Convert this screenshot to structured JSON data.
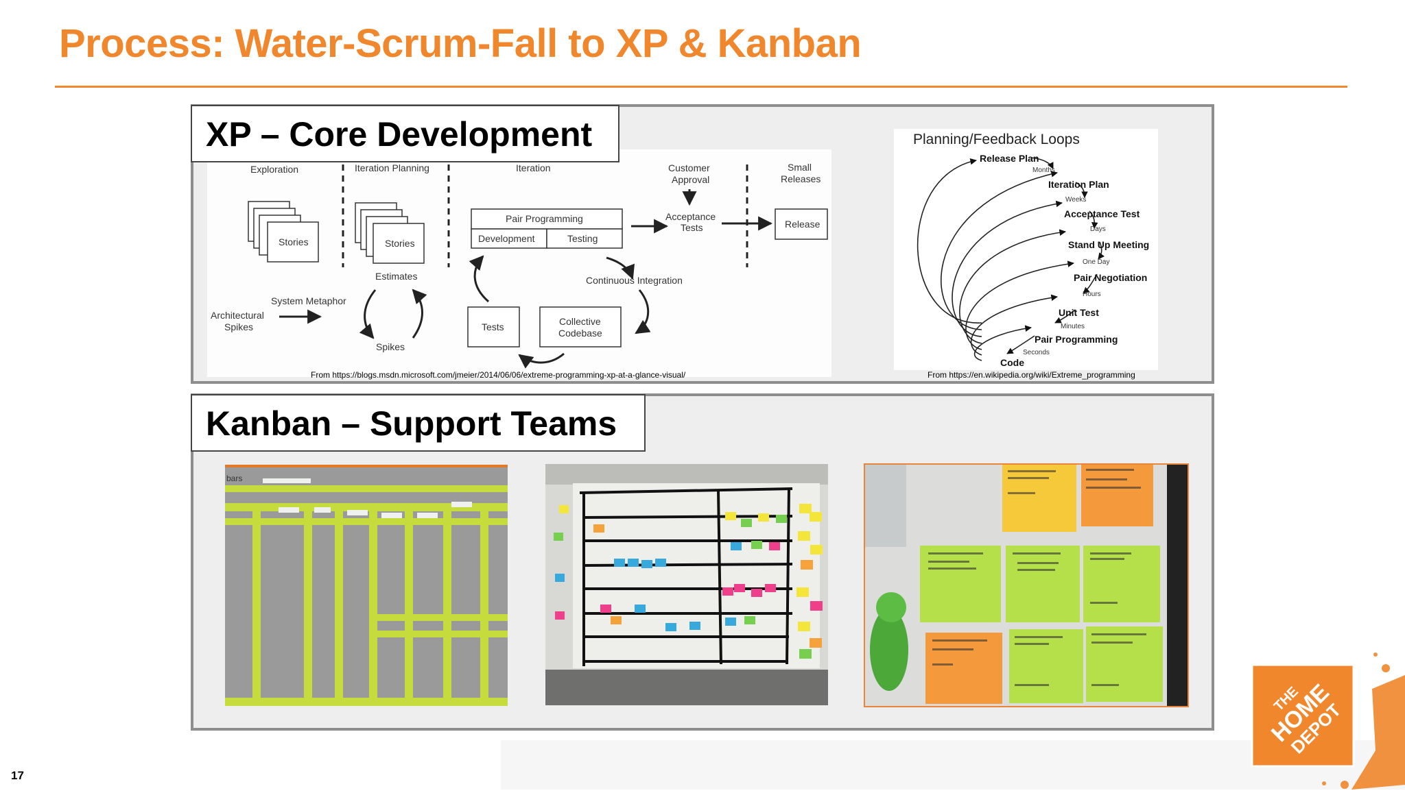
{
  "slide": {
    "title": "Process: Water-Scrum-Fall to XP & Kanban",
    "page_number": "17"
  },
  "xp_panel": {
    "label": "XP – Core Development",
    "diagram": {
      "exploration": "Exploration",
      "iteration_planning": "Iteration Planning",
      "iteration": "Iteration",
      "customer_approval_1": "Customer",
      "customer_approval_2": "Approval",
      "small_releases_1": "Small",
      "small_releases_2": "Releases",
      "stories_1": "Stories",
      "stories_2": "Stories",
      "pair_programming": "Pair Programming",
      "development": "Development",
      "testing": "Testing",
      "acceptance_tests_1": "Acceptance",
      "acceptance_tests_2": "Tests",
      "release": "Release",
      "estimates": "Estimates",
      "continuous_integration": "Continuous Integration",
      "system_metaphor": "System Metaphor",
      "architectural_spikes_1": "Architectural",
      "architectural_spikes_2": "Spikes",
      "tests": "Tests",
      "collective_codebase_1": "Collective",
      "collective_codebase_2": "Codebase",
      "spikes": "Spikes"
    },
    "source_left": "From https://blogs.msdn.microsoft.com/jmeier/2014/06/06/extreme-programming-xp-at-a-glance-visual/",
    "loops": {
      "title": "Planning/Feedback Loops",
      "steps": [
        "Release Plan",
        "Iteration Plan",
        "Acceptance Test",
        "Stand Up Meeting",
        "Pair Negotiation",
        "Unit Test",
        "Pair Programming",
        "Code"
      ],
      "intervals": [
        "Months",
        "Weeks",
        "Days",
        "One Day",
        "Hours",
        "Minutes",
        "Seconds"
      ]
    },
    "source_right": "From https://en.wikipedia.org/wiki/Extreme_programming"
  },
  "kanban_panel": {
    "label": "Kanban – Support Teams",
    "photo1_caption": "bars"
  },
  "logo": {
    "line1": "THE",
    "line2": "HOME",
    "line3": "DEPOT"
  },
  "colors": {
    "accent": "#f0872d",
    "panel_border": "#8e8e8e",
    "panel_bg": "#eeeeee"
  }
}
